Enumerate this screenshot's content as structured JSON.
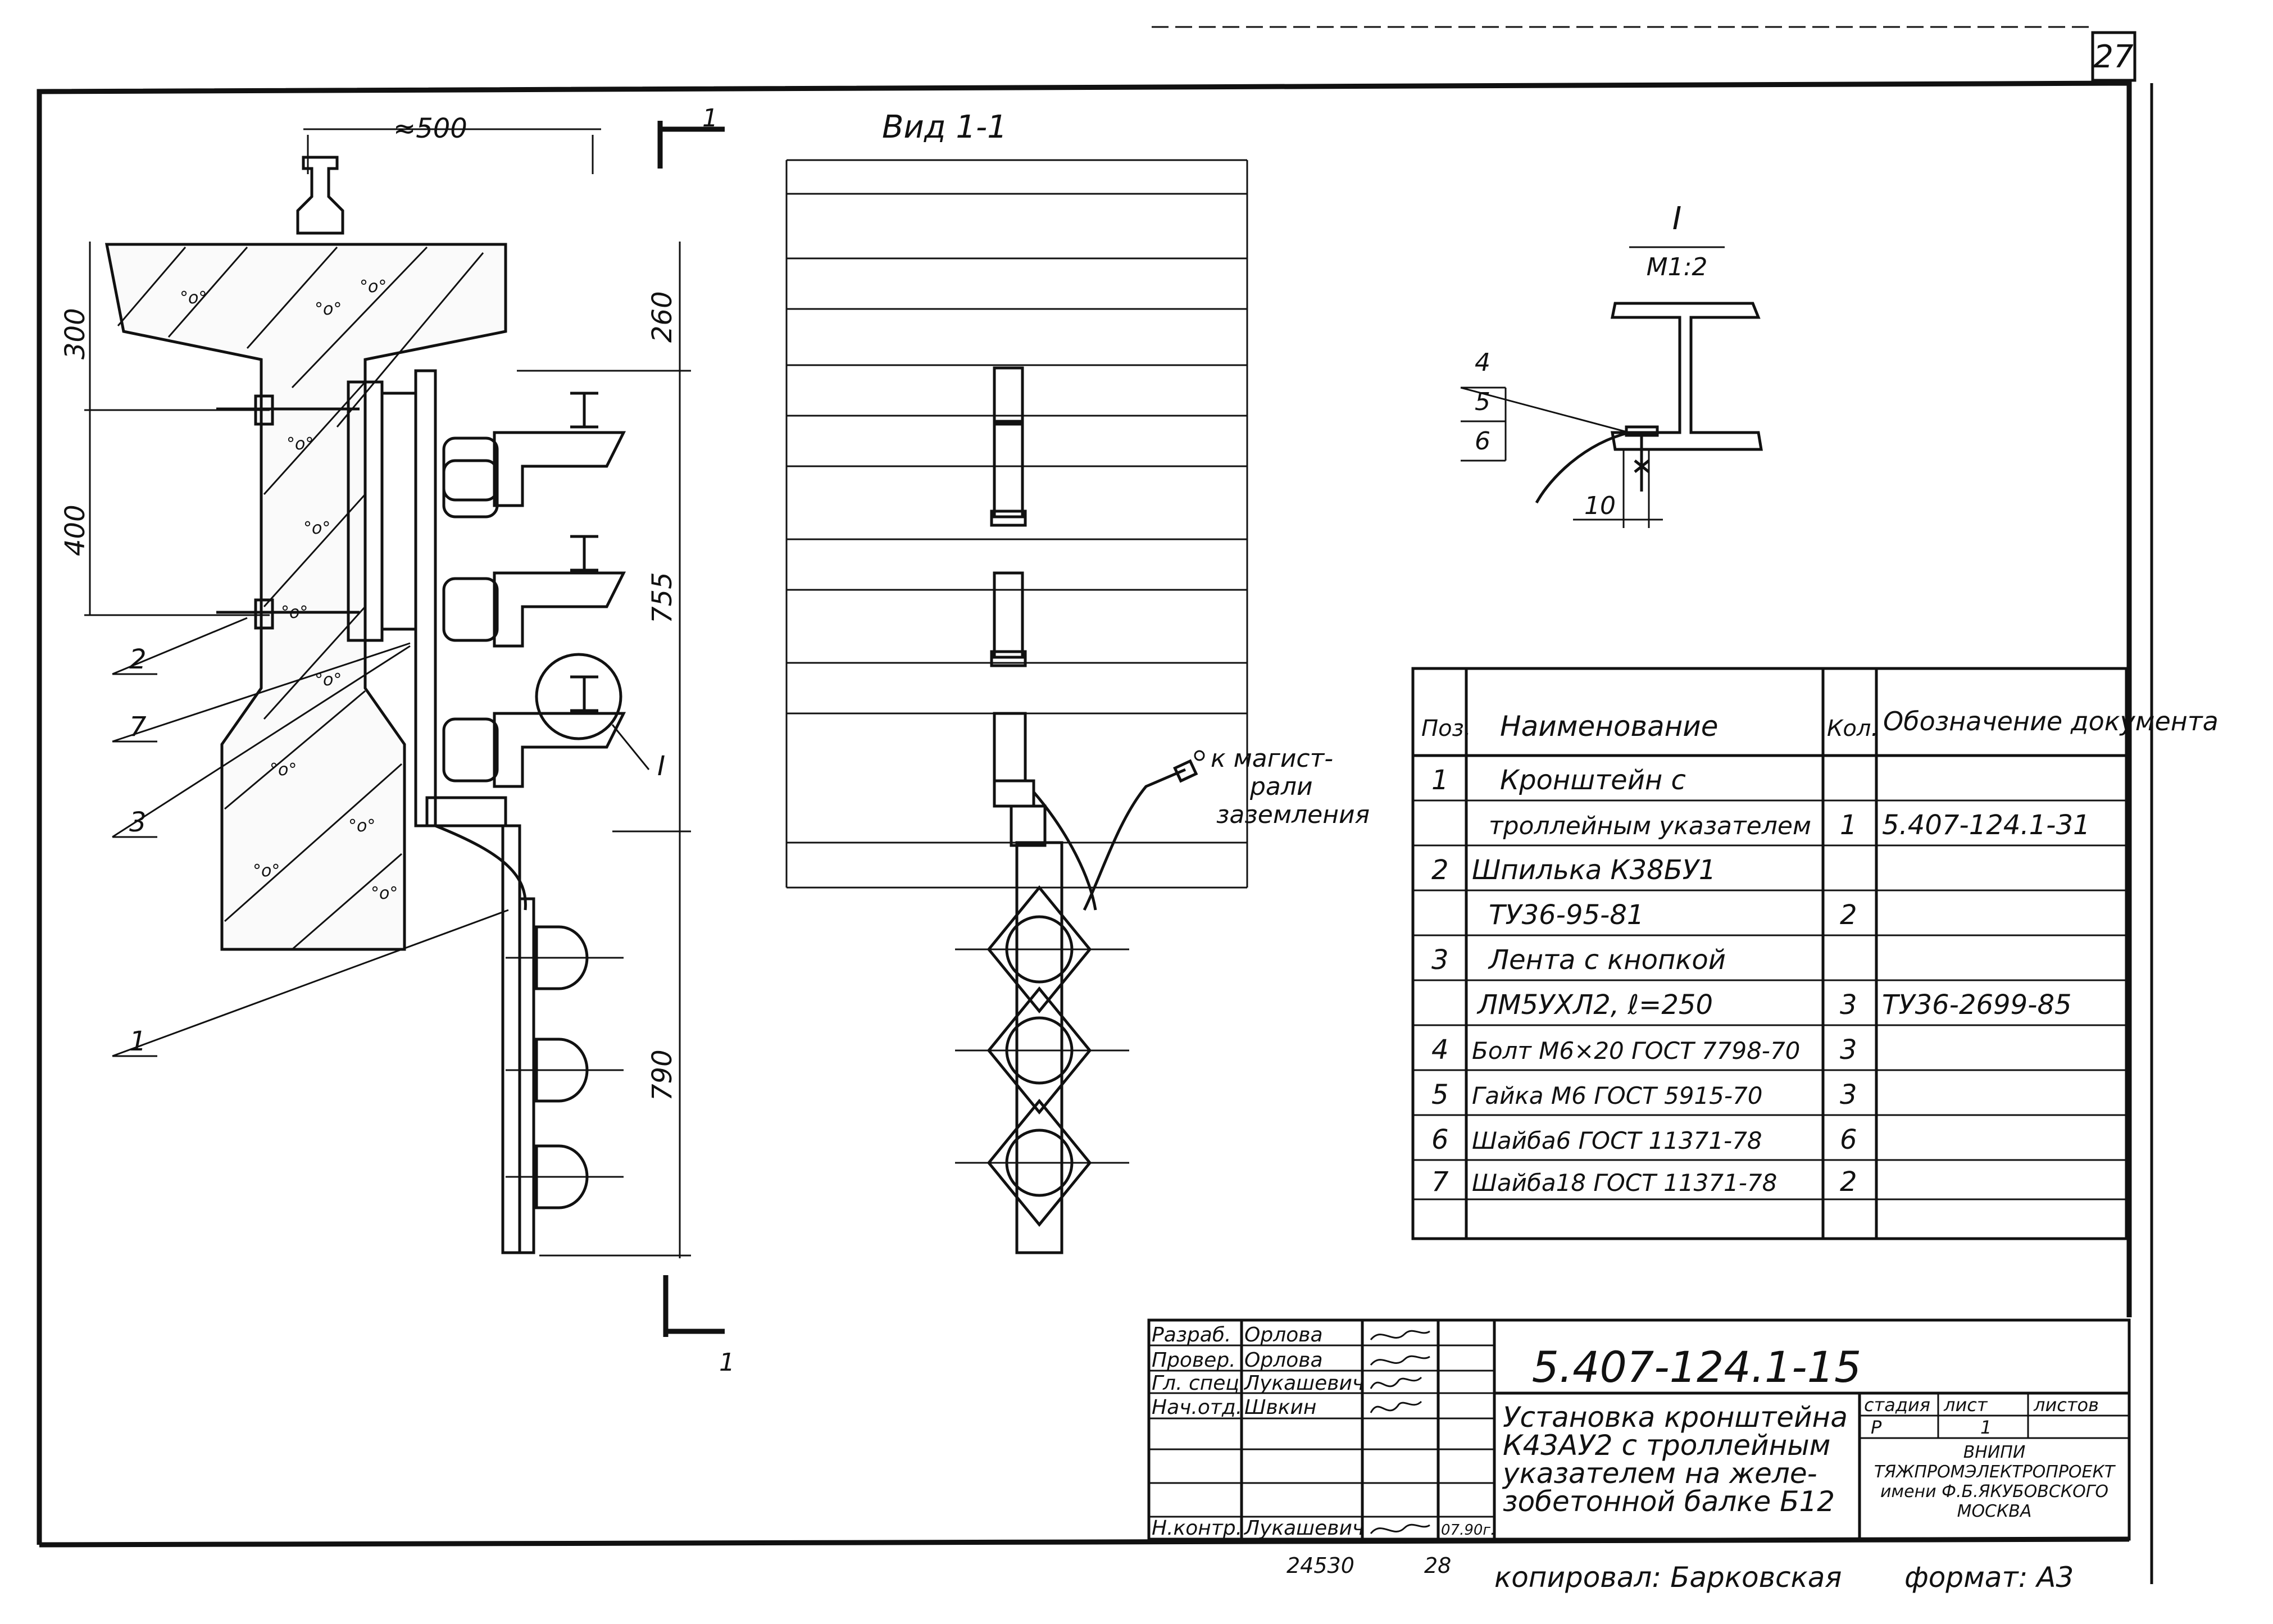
{
  "sheet": {
    "page_number": "27",
    "archive_number": "24530",
    "archive_sheet": "28",
    "copied_by": "копировал: Барковская",
    "format": "формат: А3"
  },
  "main_view": {
    "dim_top": "≈500",
    "dim_left_1": "300",
    "dim_left_2": "400",
    "dim_right_1": "260",
    "dim_right_2": "755",
    "dim_right_3": "790",
    "section_mark_top": "1",
    "section_mark_bottom": "1",
    "callouts": [
      "2",
      "7",
      "3",
      "1"
    ],
    "detail_mark": "I"
  },
  "side_view": {
    "title": "Вид 1-1",
    "ground_note_1": "к магист-",
    "ground_note_2": "рали",
    "ground_note_3": "заземления"
  },
  "detail": {
    "title": "I",
    "scale": "М1:2",
    "callouts": [
      "4",
      "5",
      "6"
    ],
    "dim": "10"
  },
  "spec_table": {
    "headers": [
      "Поз.",
      "Наименование",
      "Кол.",
      "Обозначение документа"
    ],
    "rows": [
      [
        "1",
        "Кронштейн с",
        "",
        ""
      ],
      [
        "",
        "троллейным указателем",
        "1",
        "5.407-124.1-31"
      ],
      [
        "2",
        "Шпилька К38БУ1",
        "",
        ""
      ],
      [
        "",
        "ТУ36-95-81",
        "2",
        ""
      ],
      [
        "3",
        "Лента с кнопкой",
        "",
        ""
      ],
      [
        "",
        "ЛМ5УХЛ2, ℓ=250",
        "3",
        "ТУ36-2699-85"
      ],
      [
        "4",
        "Болт М6×20 ГОСТ 7798-70",
        "3",
        ""
      ],
      [
        "5",
        "Гайка М6 ГОСТ 5915-70",
        "3",
        ""
      ],
      [
        "6",
        "Шайба6 ГОСТ 11371-78",
        "6",
        ""
      ],
      [
        "7",
        "Шайба18 ГОСТ 11371-78",
        "2",
        ""
      ],
      [
        "",
        "",
        "",
        ""
      ]
    ]
  },
  "title_block": {
    "doc_code": "5.407-124.1-15",
    "title_lines": [
      "Установка кронштейна",
      "К43АУ2 с троллейным",
      "указателем на желе-",
      "зобетонной балке Б12"
    ],
    "roles": [
      {
        "role": "Разраб.",
        "name": "Орлова"
      },
      {
        "role": "Провер.",
        "name": "Орлова"
      },
      {
        "role": "Гл. спец.",
        "name": "Лукашевич"
      },
      {
        "role": "Нач.отд.",
        "name": "Швкин"
      },
      {
        "role": "",
        "name": ""
      },
      {
        "role": "",
        "name": ""
      },
      {
        "role": "Н.контр.",
        "name": "Лукашевич"
      }
    ],
    "date": "07.90г.",
    "stage_label": "стадия",
    "sheet_label": "лист",
    "sheets_label": "листов",
    "stage": "Р",
    "sheet": "1",
    "sheets": "",
    "org_lines": [
      "ВНИПИ",
      "ТЯЖПРОМЭЛЕКТРОПРОЕКТ",
      "имени Ф.Б.ЯКУБОВСКОГО",
      "МОСКВА"
    ]
  }
}
